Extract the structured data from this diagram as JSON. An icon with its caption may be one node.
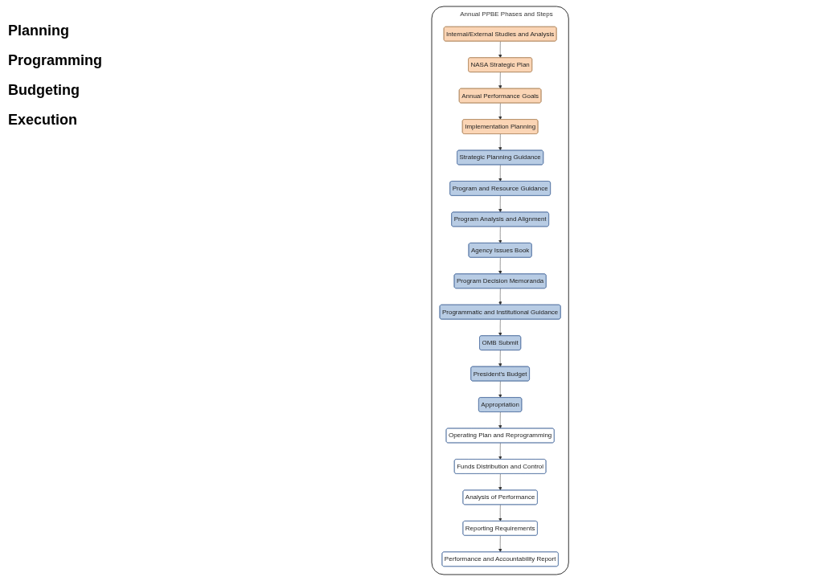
{
  "diagram": {
    "nodes": [
      {
        "text": [
          "Annual PPBE Phases and Steps"
        ]
      },
      {
        "text": [
          "Internal/External Studies and Analysis"
        ],
        "in": 0
      },
      {
        "text": [
          "NASA Strategic Plan"
        ],
        "in": 0
      },
      {
        "text": [
          "Annual Performance Goals"
        ],
        "in": 0
      },
      {
        "text": [
          "Implementation Planning"
        ],
        "in": 0
      },
      {
        "text": [
          "Strategic Planning Guidance"
        ],
        "in": 0
      },
      {
        "text": [
          "Program and Resource Guidance"
        ],
        "in": 0
      },
      {
        "text": [
          "Program Analysis and Alignment"
        ],
        "in": 0
      },
      {
        "text": [
          "Agency Issues Book"
        ],
        "in": 0
      },
      {
        "text": [
          "Program Decision Memoranda"
        ],
        "in": 0
      },
      {
        "text": [
          "Programmatic and Institutional Guidance"
        ],
        "in": 0
      },
      {
        "text": [
          "OMB Submit"
        ],
        "in": 0
      },
      {
        "text": [
          "President’s Budget"
        ],
        "in": 0
      },
      {
        "text": [
          "Appropriation"
        ],
        "in": 0
      },
      {
        "text": [
          "Operating Plan and Reprogramming"
        ],
        "in": 0
      },
      {
        "text": [
          "Funds Distribution and Control"
        ],
        "in": 0
      },
      {
        "text": [
          "Analysis of Performance"
        ],
        "in": 0
      },
      {
        "text": [
          "Reporting Requirements"
        ],
        "in": 0
      },
      {
        "text": [
          "Performance and Accountability Report"
        ],
        "in": 0
      }
    ],
    "edges": [
      {
        "from": 1,
        "to": 2,
        "arrow": "to"
      },
      {
        "from": 2,
        "to": 3,
        "arrow": "to"
      },
      {
        "from": 3,
        "to": 4,
        "arrow": "to"
      },
      {
        "from": 4,
        "to": 5,
        "arrow": "to"
      },
      {
        "from": 5,
        "to": 6,
        "arrow": "to"
      },
      {
        "from": 6,
        "to": 7,
        "arrow": "to"
      },
      {
        "from": 7,
        "to": 8,
        "arrow": "to"
      },
      {
        "from": 8,
        "to": 9,
        "arrow": "to"
      },
      {
        "from": 9,
        "to": 10,
        "arrow": "to"
      },
      {
        "from": 10,
        "to": 11,
        "arrow": "to"
      },
      {
        "from": 11,
        "to": 12,
        "arrow": "to"
      },
      {
        "from": 12,
        "to": 13,
        "arrow": "to"
      },
      {
        "from": 13,
        "to": 14,
        "arrow": "to"
      },
      {
        "from": 14,
        "to": 15,
        "arrow": "to"
      },
      {
        "from": 15,
        "to": 16,
        "arrow": "to"
      },
      {
        "from": 16,
        "to": 17,
        "arrow": "to"
      },
      {
        "from": 17,
        "to": 18,
        "arrow": "to"
      }
    ],
    "labels": [
      "Planning",
      "Programming",
      "Budgeting",
      "Execution"
    ]
  }
}
